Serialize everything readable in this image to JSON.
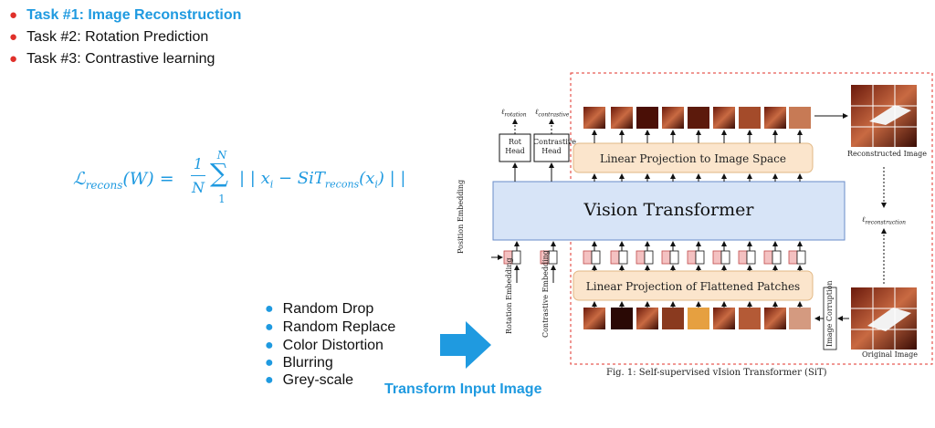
{
  "tasks": [
    {
      "label": "Task #1: Image Reconstruction"
    },
    {
      "label": "Task #2: Rotation Prediction"
    },
    {
      "label": "Task #3: Contrastive learning"
    }
  ],
  "formula": {
    "lhs": "ℒ",
    "lhs_sub": "recons",
    "lhs_arg": "(W) =",
    "frac_num": "1",
    "frac_den": "N",
    "sum_top": "N",
    "sum_bottom": "1",
    "sum_sign": "∑",
    "body": "| | x",
    "body_sub_i": "i",
    "minus": " − SiT",
    "body_sub_recons": "recons",
    "tail": "(x",
    "tail_sub": "i",
    "end": ") | |"
  },
  "augmentations": [
    "Random Drop",
    "Random Replace",
    "Color Distortion",
    "Blurring",
    "Grey-scale"
  ],
  "transform_label": "Transform Input Image",
  "diagram": {
    "loss_rotation": "ℓ",
    "loss_rotation_sub": "rotation",
    "loss_contrastive": "ℓ",
    "loss_contrastive_sub": "contrastive",
    "loss_reconstruction": "ℓ",
    "loss_reconstruction_sub": "reconstruction",
    "rot_head_line1": "Rot",
    "rot_head_line2": "Head",
    "contrastive_head_line1": "Contrastive",
    "contrastive_head_line2": "Head",
    "linear_proj_out": "Linear Projection to Image Space",
    "vision_transformer": "Vision Transformer",
    "linear_proj_in": "Linear Projection of Flattened Patches",
    "position_embedding": "Position Embedding",
    "rotation_embedding": "Rotation Embedding",
    "contrastive_embedding": "Contrastive Embedding",
    "image_corruption": "Image Corruption",
    "reconstructed_image": "Reconstructed Image",
    "original_image": "Original Image",
    "caption": "Fig. 1: Self-supervised vIsion Transformer (SiT)"
  },
  "colors": {
    "accent_blue": "#1f9ae0",
    "bullet_red": "#e0302a",
    "orange_box": "#fbe5cc",
    "vt_box": "#d7e4f7",
    "dash_border": "#e0302a"
  }
}
